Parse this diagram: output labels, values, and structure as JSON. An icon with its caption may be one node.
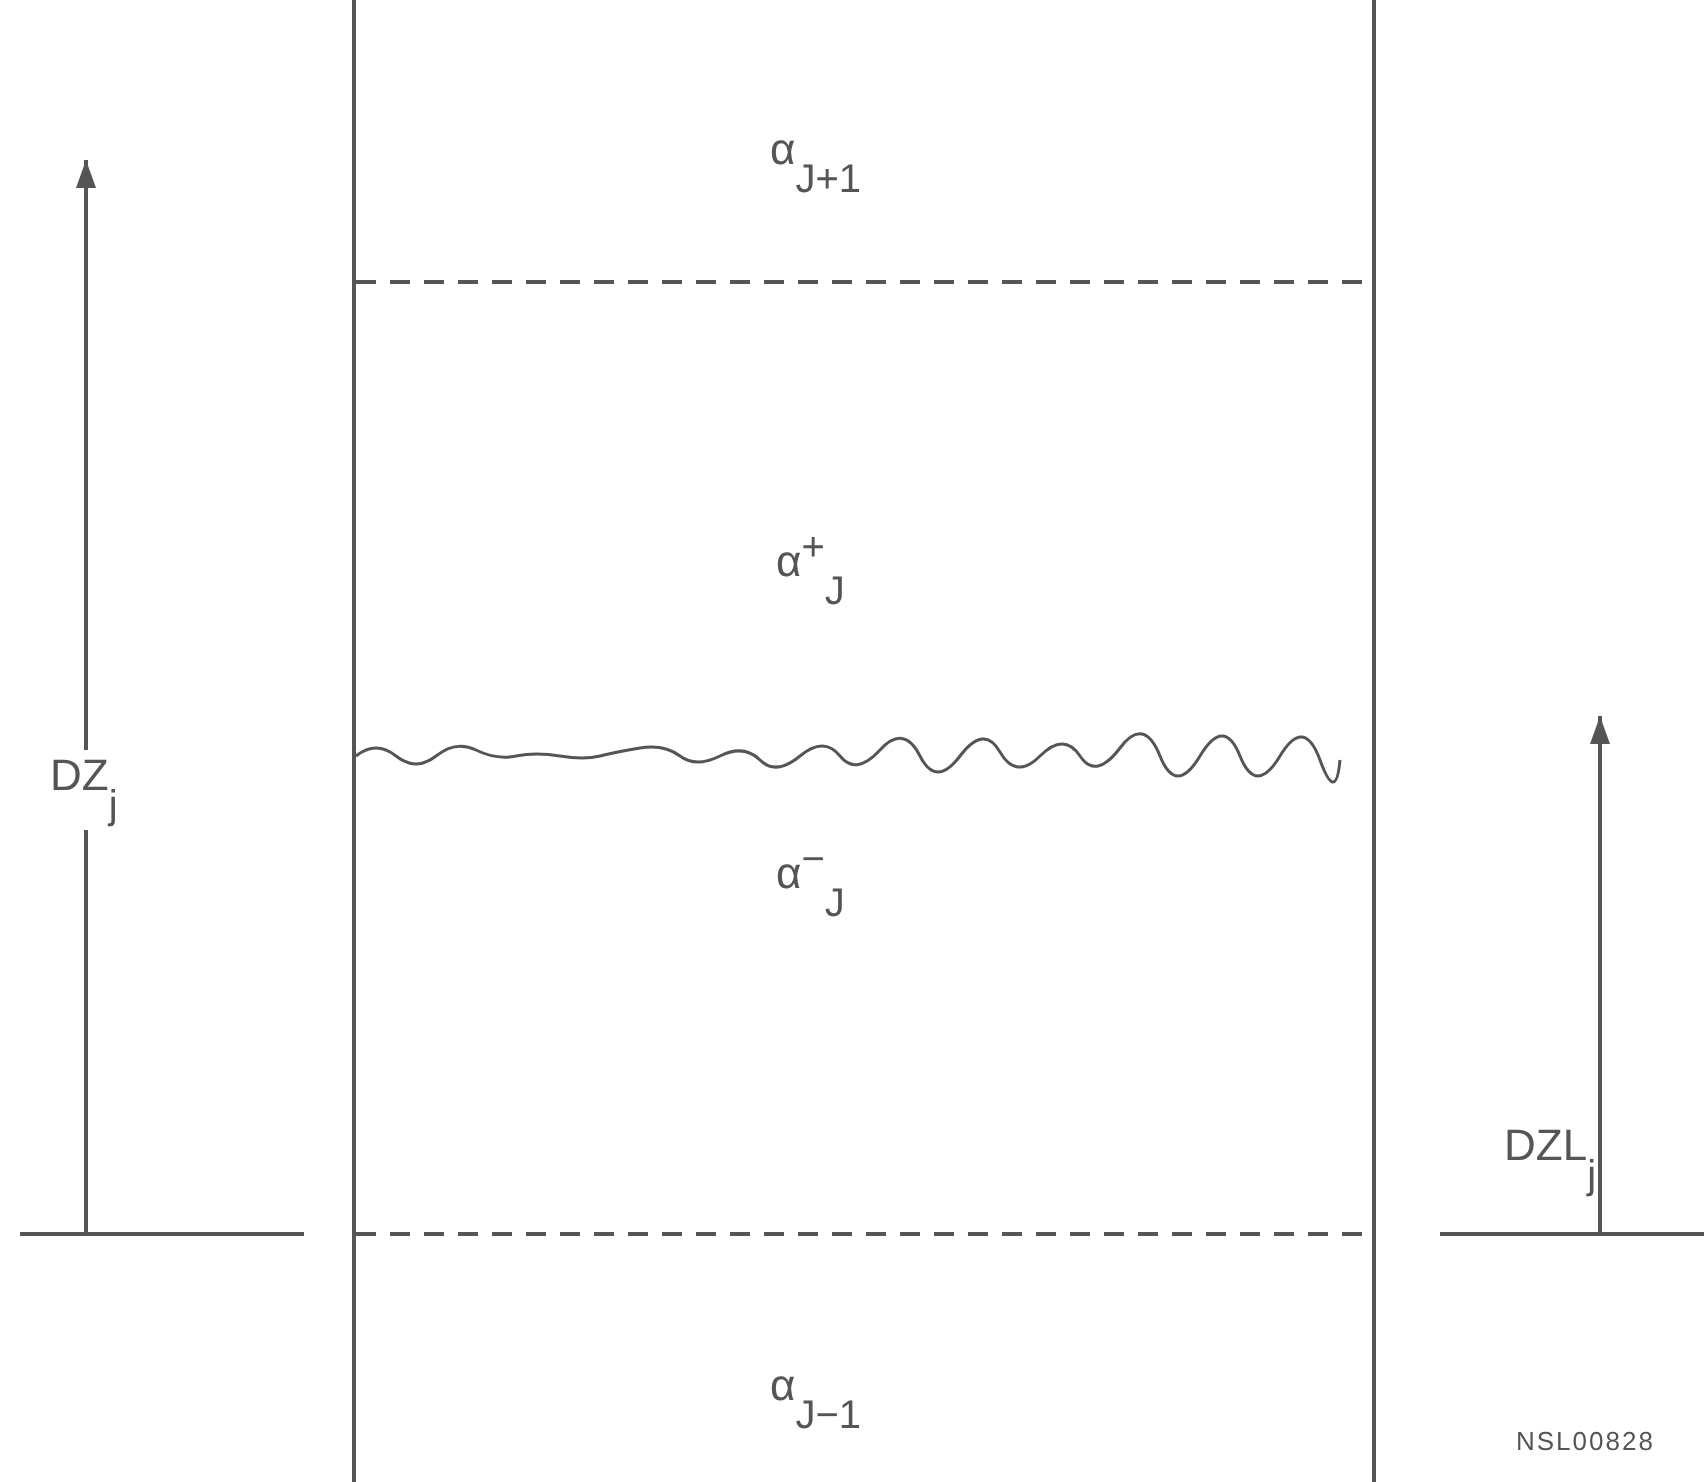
{
  "diagram": {
    "labels": [
      "α$_{J+1}$",
      "α$^{+}$$_{J}$",
      "DZ$_{j}$",
      "α$^{−}$$_{J}$",
      "DZL$_{j}$",
      "α$_{J−1}$",
      "NSL00828"
    ]
  }
}
